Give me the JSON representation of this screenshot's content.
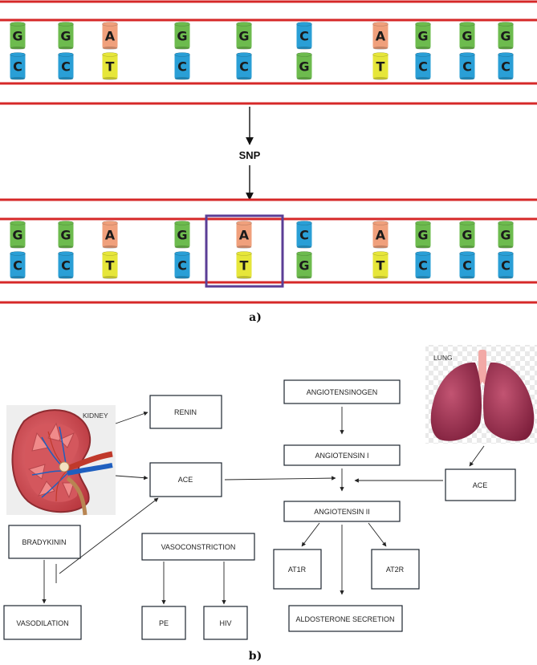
{
  "panel_a": {
    "label": "a)",
    "snp_label": "SNP",
    "top_strand": {
      "top": [
        "G",
        "G",
        "A",
        "G",
        "G",
        "C",
        "A",
        "G",
        "G",
        "G"
      ],
      "bottom": [
        "C",
        "C",
        "T",
        "C",
        "C",
        "G",
        "T",
        "C",
        "C",
        "C"
      ]
    },
    "bottom_strand": {
      "top": [
        "G",
        "G",
        "A",
        "G",
        "A",
        "C",
        "A",
        "G",
        "G",
        "G"
      ],
      "bottom": [
        "C",
        "C",
        "T",
        "C",
        "T",
        "G",
        "T",
        "C",
        "C",
        "C"
      ]
    },
    "highlight_index": 4
  },
  "panel_b": {
    "label": "b)",
    "kidney_label": "KIDNEY",
    "lung_label": "LUNG",
    "boxes": {
      "renin": "RENIN",
      "ace_left": "ACE",
      "bradykinin": "BRADYKININ",
      "vasodilation": "VASODILATION",
      "vasoconstriction": "VASOCONSTRICTION",
      "pe": "PE",
      "hiv": "HIV",
      "angiotensinogen": "ANGIOTENSINOGEN",
      "angiotensin_i": "ANGIOTENSIN I",
      "angiotensin_ii": "ANGIOTENSIN II",
      "at1r": "AT1R",
      "at2r": "AT2R",
      "aldosterone": "ALDOSTERONE SECRETION",
      "ace_right": "ACE"
    }
  },
  "colors": {
    "G": "#6dbb4e",
    "C": "#2a9fd6",
    "A": "#f0a07c",
    "T": "#e6e63a",
    "strand": "#d62828",
    "highlight": "#5b3e96"
  }
}
